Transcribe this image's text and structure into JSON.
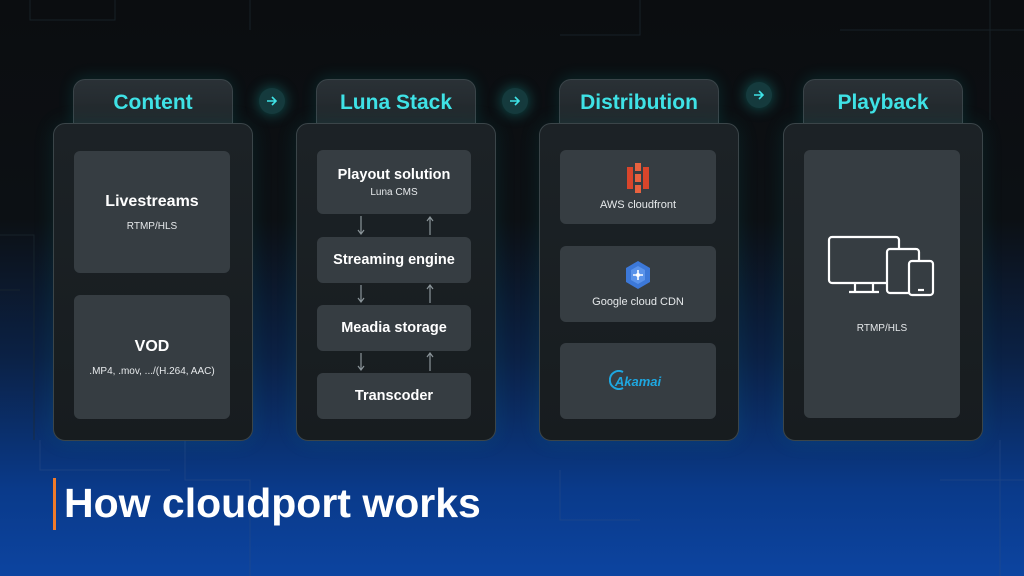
{
  "columns": [
    {
      "title": "Content",
      "cards": [
        {
          "title": "Livestreams",
          "sub": "RTMP/HLS"
        },
        {
          "title": "VOD",
          "sub": ".MP4, .mov, .../(H.264, AAC)"
        }
      ]
    },
    {
      "title": "Luna Stack",
      "boxes": [
        {
          "title": "Playout solution",
          "sub": "Luna CMS"
        },
        {
          "title": "Streaming engine"
        },
        {
          "title": "Meadia storage"
        },
        {
          "title": "Transcoder"
        }
      ]
    },
    {
      "title": "Distribution",
      "items": [
        {
          "label": "AWS cloudfront",
          "icon": "aws-cloudfront-icon"
        },
        {
          "label": "Google cloud CDN",
          "icon": "google-cloud-cdn-icon"
        },
        {
          "label": "Akamai",
          "icon": "akamai-logo"
        }
      ]
    },
    {
      "title": "Playback",
      "sub": "RTMP/HLS",
      "icon": "devices-icon"
    }
  ],
  "footer": {
    "title": "How cloudport works"
  },
  "colors": {
    "accent": "#3fe2e6",
    "footer_bar": "#f07b2a",
    "card": "#363d42"
  }
}
